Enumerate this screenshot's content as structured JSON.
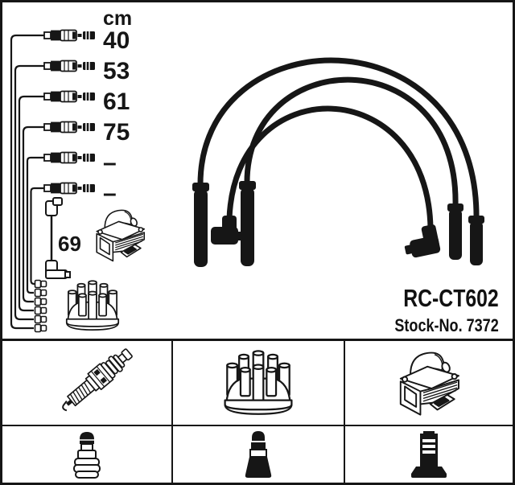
{
  "product": {
    "code": "RC-CT602",
    "stock_no": "Stock-No. 7372"
  },
  "schematic": {
    "unit_header": "cm",
    "cable_lengths": [
      "40",
      "53",
      "61",
      "75",
      "–",
      "–"
    ],
    "coil_wire_length": "69"
  },
  "colors": {
    "ink": "#161616",
    "background": "#ffffff"
  },
  "legend": {
    "row1": [
      {
        "icon": "spark-plug-icon"
      },
      {
        "icon": "distributor-cap-icon"
      },
      {
        "icon": "ignition-coil-icon"
      }
    ],
    "row2": [
      {
        "icon": "spark-plug-boot-icon"
      },
      {
        "icon": "distributor-boot-icon"
      },
      {
        "icon": "coil-terminal-boot-icon"
      }
    ]
  }
}
